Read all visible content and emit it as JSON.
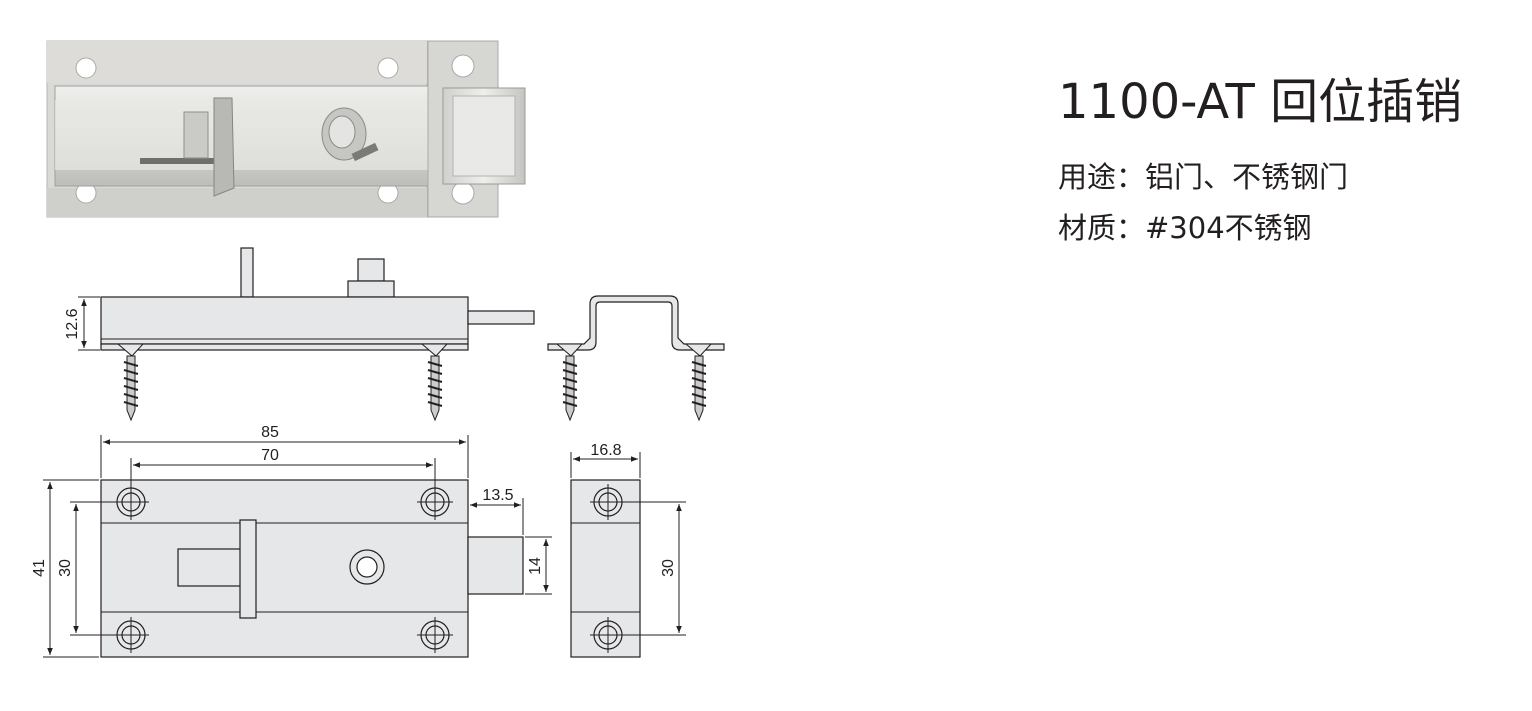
{
  "product": {
    "title": "1100-AT 回位插销",
    "usage": "用途：铝门、不锈钢门",
    "material": "材质：#304不锈钢"
  },
  "dimensions": {
    "height_side": "12.6",
    "total_length": "85",
    "hole_spacing": "70",
    "bolt_extension": "13.5",
    "body_height": "41",
    "hole_vertical_spacing": "30",
    "bolt_height": "14",
    "keeper_width": "16.8",
    "keeper_hole_spacing": "30"
  },
  "colors": {
    "line": "#231f20",
    "body_fill": "#e6e7e8",
    "photo_light": "#e3e3e1",
    "photo_dark": "#a9a9a6",
    "text": "#231f20"
  }
}
